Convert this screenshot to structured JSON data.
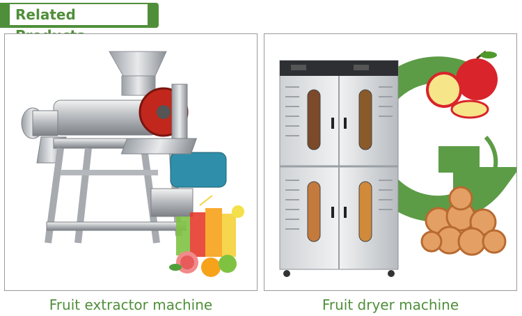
{
  "section": {
    "title": "Related Products"
  },
  "products": [
    {
      "name": "Fruit extractor machine"
    },
    {
      "name": "Fruit dryer machine"
    }
  ],
  "colors": {
    "brand_green": "#4f8f3a",
    "card_border": "#9a9a9a"
  },
  "icons": [
    "fruit-extractor-machine-image",
    "fruit-dryer-machine-image"
  ]
}
